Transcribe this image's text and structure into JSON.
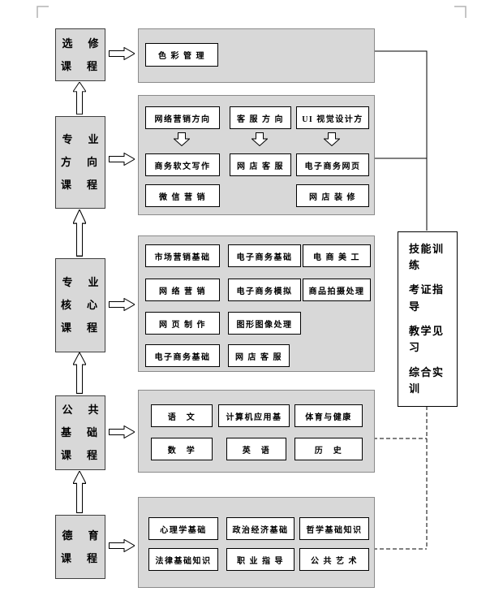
{
  "categories": [
    "选　修\n课　程",
    "专　业\n方　向\n课　程",
    "专　业\n核　心\n课　程",
    "公　共\n基　础\n课　程",
    "德　育\n课　程"
  ],
  "elective_panel": {
    "course": "色 彩 管 理"
  },
  "direction_panel": {
    "tracks": [
      "网络营销方向",
      "客 服 方 向",
      "UI 视觉设计方"
    ],
    "courses_row2": [
      "商务软文写作",
      "网 店 客 服",
      "电子商务网页"
    ],
    "courses_row3": [
      "微 信 营 销",
      "网 店 装 修"
    ]
  },
  "core_panel": {
    "row1": [
      "市场营销基础",
      "电子商务基础",
      "电 商 美 工"
    ],
    "row2": [
      "网 络 营 销",
      "电子商务模拟",
      "商品拍摄处理"
    ],
    "row3": [
      "网 页 制 作",
      "图形图像处理"
    ],
    "row4": [
      "电子商务基础",
      "网 店 客 服"
    ]
  },
  "public_panel": {
    "row1": [
      "语　文",
      "计算机应用基",
      "体育与健康"
    ],
    "row2": [
      "数　学",
      "英　语",
      "历　史"
    ]
  },
  "moral_panel": {
    "row1": [
      "心理学基础",
      "政治经济基础",
      "哲学基础知识"
    ],
    "row2": [
      "法律基础知识",
      "职 业 指 导",
      "公 共 艺 术"
    ]
  },
  "practice_box": {
    "items": [
      "技能训练",
      "考证指导",
      "教学见习",
      "综合实训"
    ]
  }
}
